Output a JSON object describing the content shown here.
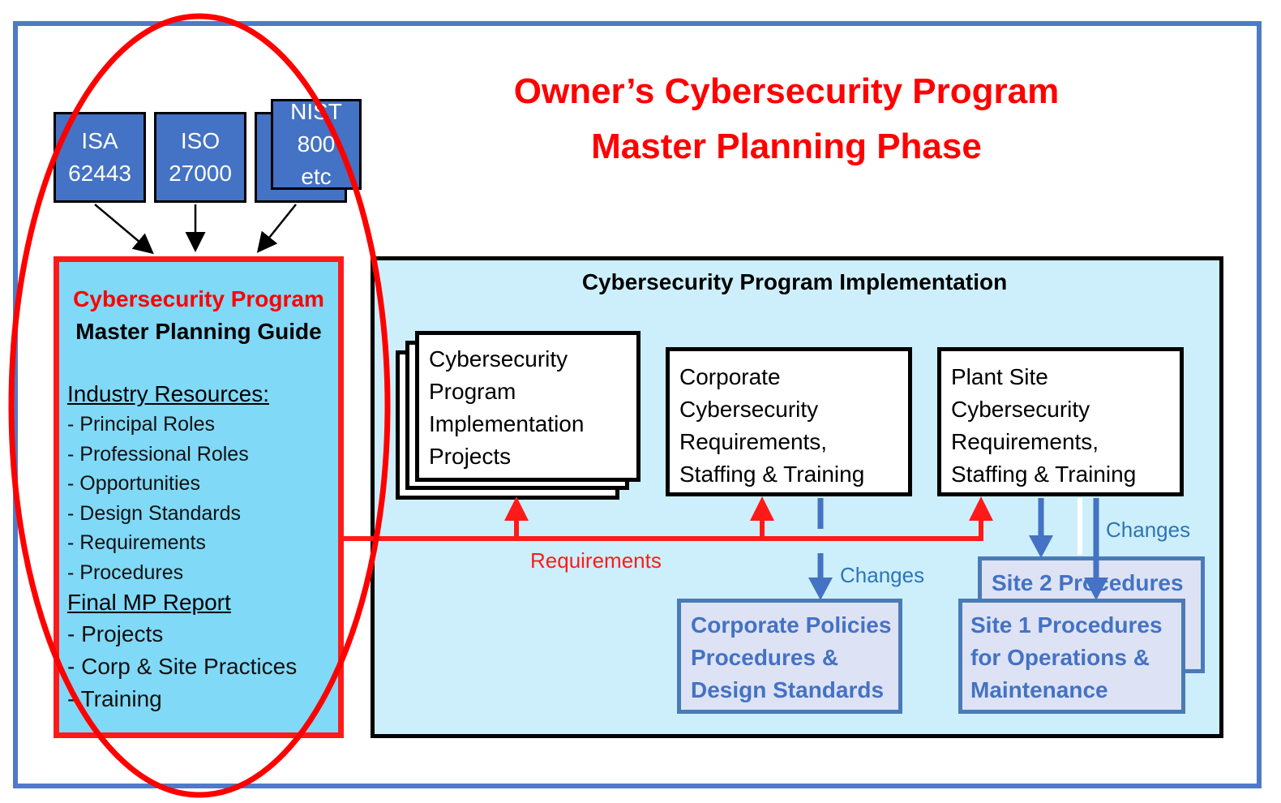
{
  "title": {
    "line1": "Owner’s Cybersecurity Program",
    "line2": "Master Planning Phase"
  },
  "standards": [
    {
      "line1": "ISA",
      "line2": "62443"
    },
    {
      "line1": "ISO",
      "line2": "27000"
    },
    {
      "line1": "NIST",
      "line2": "800",
      "line3": "etc"
    }
  ],
  "guide": {
    "title_red": "Cybersecurity Program",
    "title_black": "Master Planning Guide",
    "resources_heading": "Industry Resources:",
    "resources": [
      "- Principal Roles",
      "- Professional Roles",
      "- Opportunities",
      "- Design Standards",
      "- Requirements",
      "- Procedures"
    ],
    "report_heading": "Final MP Report",
    "report_items": [
      "- Projects",
      "- Corp & Site Practices",
      "- Training"
    ]
  },
  "implementation": {
    "title": "Cybersecurity Program Implementation",
    "projects": [
      "Cybersecurity",
      "Program",
      "Implementation",
      "Projects"
    ],
    "corporate": [
      "Corporate",
      "Cybersecurity",
      "Requirements,",
      "Staffing & Training"
    ],
    "plant": [
      "Plant Site",
      "Cybersecurity",
      "Requirements,",
      "Staffing & Training"
    ],
    "corp_policies": [
      "Corporate Policies",
      "Procedures &",
      "Design Standards"
    ],
    "site2": "Site 2 Procedures",
    "site1": [
      "Site 1 Procedures",
      "for Operations &",
      "Maintenance"
    ]
  },
  "labels": {
    "requirements": "Requirements",
    "changes_corp": "Changes",
    "changes_site": "Changes"
  },
  "colors": {
    "title_red": "#ff0000",
    "frame_blue": "#4f7ac7",
    "standard_fill": "#4472c4",
    "guide_fill": "#80d9f7",
    "impl_fill": "#cdeffc",
    "procedure_fill": "#dde3f4",
    "change_arrow": "#4472c4"
  }
}
